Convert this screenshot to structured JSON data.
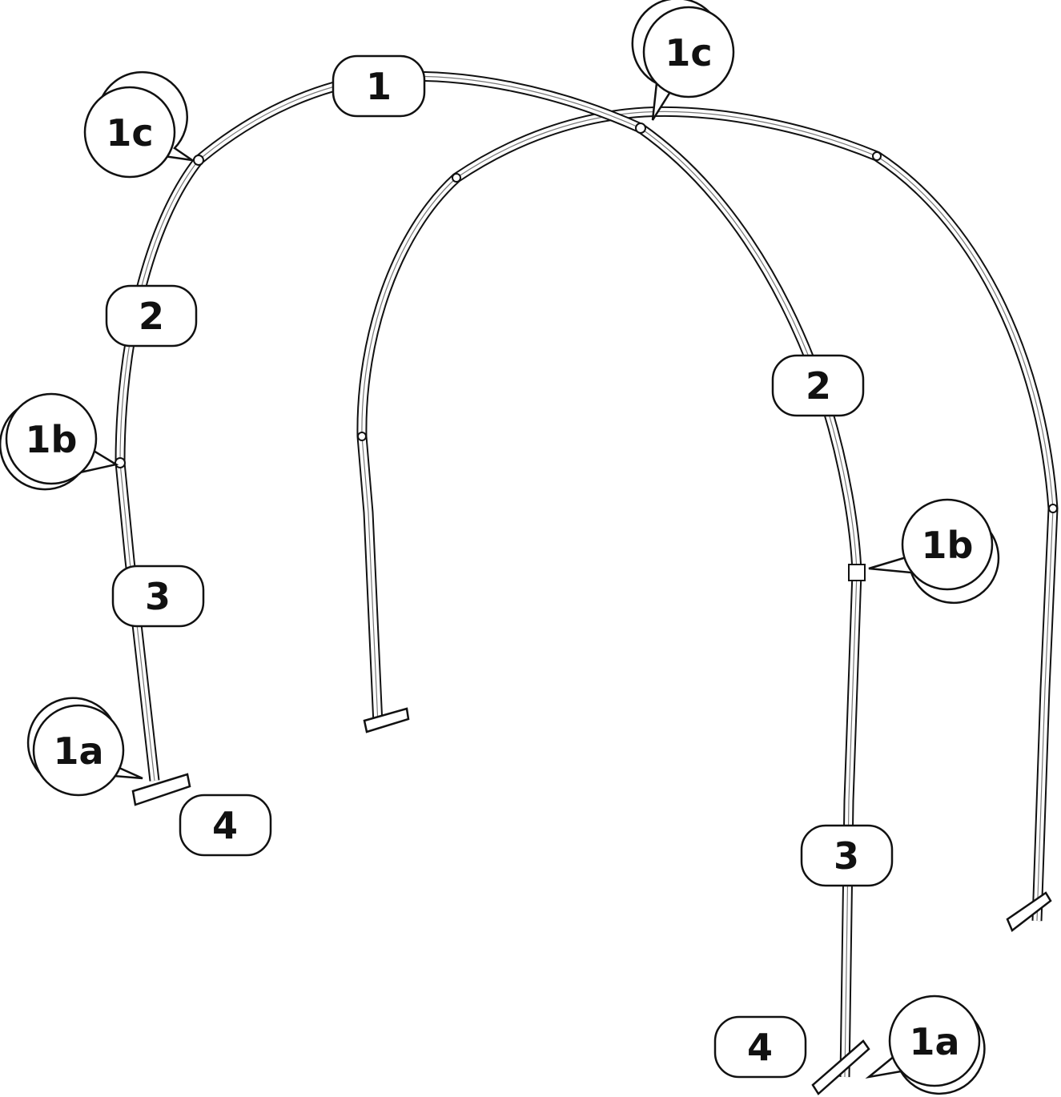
{
  "labels": {
    "top_tube": "1",
    "upper_joint": "1c",
    "side_tube": "2",
    "lower_joint": "1b",
    "bottom_tube": "3",
    "base_joint": "1a",
    "foot": "4"
  },
  "colors": {
    "line": "#111111",
    "fill": "#ffffff",
    "accent": "#777777"
  }
}
